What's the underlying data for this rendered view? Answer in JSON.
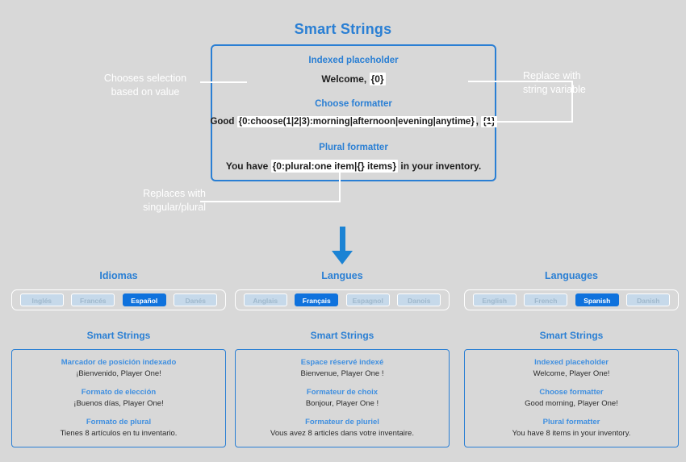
{
  "header": {
    "title": "Smart Strings"
  },
  "demo": {
    "rows": [
      {
        "label": "Indexed placeholder",
        "prefix": "Welcome, ",
        "highlight": "{0}",
        "suffix": ""
      },
      {
        "label": "Choose formatter",
        "prefix": "Good ",
        "highlight": "{0:choose(1|2|3):morning|afternoon|evening|anytime}",
        "mid": ", ",
        "highlight2": "{1}",
        "suffix": ""
      },
      {
        "label": "Plural formatter",
        "prefix": "You have ",
        "highlight": "{0:plural:one item|{} items}",
        "suffix": " in your inventory."
      }
    ]
  },
  "callouts": {
    "left_top": "Chooses selection\nbased on value",
    "left_top_line1": "Chooses selection",
    "left_top_line2": "based on value",
    "right_top_line1": "Replace with",
    "right_top_line2": "string variable",
    "left_bottom_line1": "Replaces with",
    "left_bottom_line2": "singular/plural"
  },
  "columns": [
    {
      "selector_title": "Idiomas",
      "languages": [
        {
          "label": "Inglés",
          "selected": false
        },
        {
          "label": "Francés",
          "selected": false
        },
        {
          "label": "Español",
          "selected": true
        },
        {
          "label": "Danés",
          "selected": false
        }
      ],
      "result_title": "Smart Strings",
      "results": [
        {
          "label": "Marcador de posición indexado",
          "value": "¡Bienvenido, Player One!"
        },
        {
          "label": "Formato de elección",
          "value": "¡Buenos días, Player One!"
        },
        {
          "label": "Formato de plural",
          "value": "Tienes 8 artículos en tu inventario."
        }
      ]
    },
    {
      "selector_title": "Langues",
      "languages": [
        {
          "label": "Anglais",
          "selected": false
        },
        {
          "label": "Français",
          "selected": true
        },
        {
          "label": "Espagnol",
          "selected": false
        },
        {
          "label": "Danois",
          "selected": false
        }
      ],
      "result_title": "Smart Strings",
      "results": [
        {
          "label": "Espace réservé indexé",
          "value": "Bienvenue, Player One !"
        },
        {
          "label": "Formateur de choix",
          "value": "Bonjour, Player One !"
        },
        {
          "label": "Formateur de pluriel",
          "value": "Vous avez 8 articles dans votre inventaire."
        }
      ]
    },
    {
      "selector_title": "Languages",
      "languages": [
        {
          "label": "English",
          "selected": false
        },
        {
          "label": "French",
          "selected": false
        },
        {
          "label": "Spanish",
          "selected": true
        },
        {
          "label": "Danish",
          "selected": false
        }
      ],
      "result_title": "Smart Strings",
      "results": [
        {
          "label": "Indexed placeholder",
          "value": "Welcome, Player One!"
        },
        {
          "label": "Choose formatter",
          "value": "Good morning, Player One!"
        },
        {
          "label": "Plural formatter",
          "value": "You have 8 items in your inventory."
        }
      ]
    }
  ],
  "colors": {
    "background": "#d8d8d8",
    "accent_blue": "#2a7fd4",
    "selected_button": "#0f72dd",
    "arrow": "#1b83d4",
    "callout_line": "#ffffff",
    "highlight_box": "#ffffff"
  }
}
